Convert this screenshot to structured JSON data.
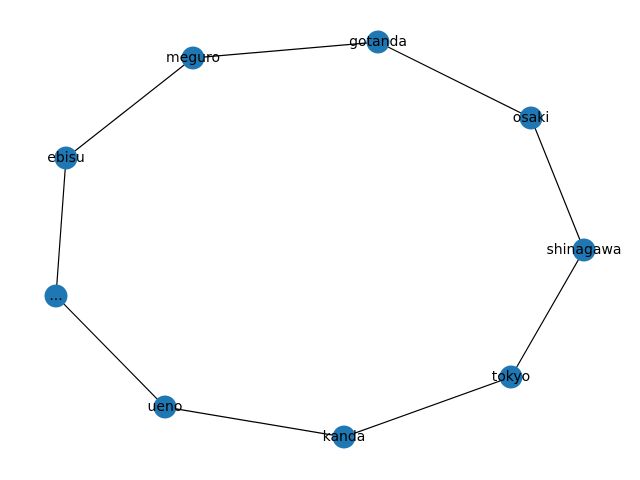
{
  "graph": {
    "node_color": "#1f77b4",
    "edge_color": "#000000",
    "nodes": [
      {
        "id": "gotanda",
        "label": "gotanda"
      },
      {
        "id": "osaki",
        "label": "osaki"
      },
      {
        "id": "shinagawa",
        "label": "shinagawa"
      },
      {
        "id": "tokyo",
        "label": "tokyo"
      },
      {
        "id": "kanda",
        "label": "kanda"
      },
      {
        "id": "ueno",
        "label": "ueno"
      },
      {
        "id": "ellipsis",
        "label": "..."
      },
      {
        "id": "ebisu",
        "label": "ebisu"
      },
      {
        "id": "meguro",
        "label": "meguro"
      }
    ],
    "edges": [
      [
        "meguro",
        "gotanda"
      ],
      [
        "gotanda",
        "osaki"
      ],
      [
        "osaki",
        "shinagawa"
      ],
      [
        "shinagawa",
        "tokyo"
      ],
      [
        "tokyo",
        "kanda"
      ],
      [
        "kanda",
        "ueno"
      ],
      [
        "ueno",
        "ellipsis"
      ],
      [
        "ellipsis",
        "ebisu"
      ],
      [
        "ebisu",
        "meguro"
      ]
    ]
  }
}
